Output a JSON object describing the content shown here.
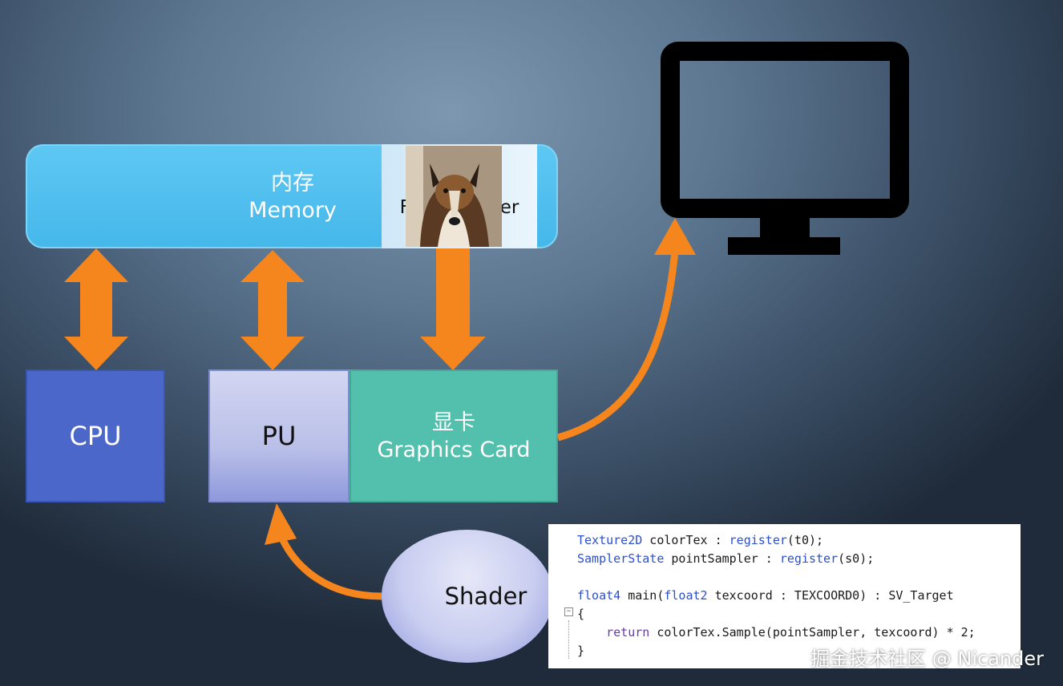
{
  "memory": {
    "title_cn": "内存",
    "title_en": "Memory",
    "framebuffer_label": "Frame Buffer"
  },
  "cpu": {
    "label": "CPU"
  },
  "pu": {
    "label": "PU"
  },
  "graphics_card": {
    "title_cn": "显卡",
    "title_en": "Graphics Card"
  },
  "shader": {
    "label": "Shader"
  },
  "code": {
    "lines": [
      "Texture2D colorTex : register(t0);",
      "SamplerState pointSampler : register(s0);",
      "",
      "float4 main(float2 texcoord : TEXCOORD0) : SV_Target",
      "{",
      "    return colorTex.Sample(pointSampler, texcoord) * 2;",
      "}"
    ]
  },
  "watermark": "掘金技术社区 @ Nicander",
  "colors": {
    "memory": "#4fbef0",
    "cpu": "#4b67c9",
    "graphics_card": "#53c0ad",
    "arrow": "#f5861e",
    "monitor": "#000000",
    "keyword": "#2b4fd0"
  },
  "icons": {
    "monitor": "monitor-icon",
    "framebuffer_image": "dog-photo"
  }
}
